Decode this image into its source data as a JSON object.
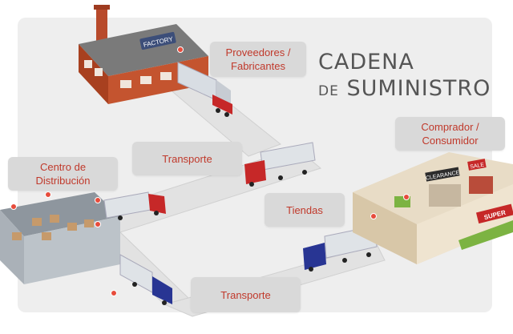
{
  "title": {
    "line1": "CADENA",
    "line2_prefix": "DE",
    "line2_main": "SUMINISTRO"
  },
  "labels": {
    "proveedores": "Proveedores / Fabricantes",
    "transporte_top": "Transporte",
    "centro": "Centro de Distribución",
    "tiendas": "Tiendas",
    "comprador": "Comprador / Consumidor",
    "transporte_bottom": "Transporte"
  },
  "signs": {
    "factory": "FACTORY",
    "clearance": "CLEARANCE",
    "sale": "SALE",
    "super": "SUPER"
  },
  "colors": {
    "label_text": "#c0392b",
    "label_bg": "#d9d9d9",
    "road": "#e7e7e7",
    "brick": "#b84a2b",
    "truck_red": "#c62828",
    "truck_blue": "#283593",
    "marker": "#e74c3c",
    "store_green": "#7cb342"
  }
}
